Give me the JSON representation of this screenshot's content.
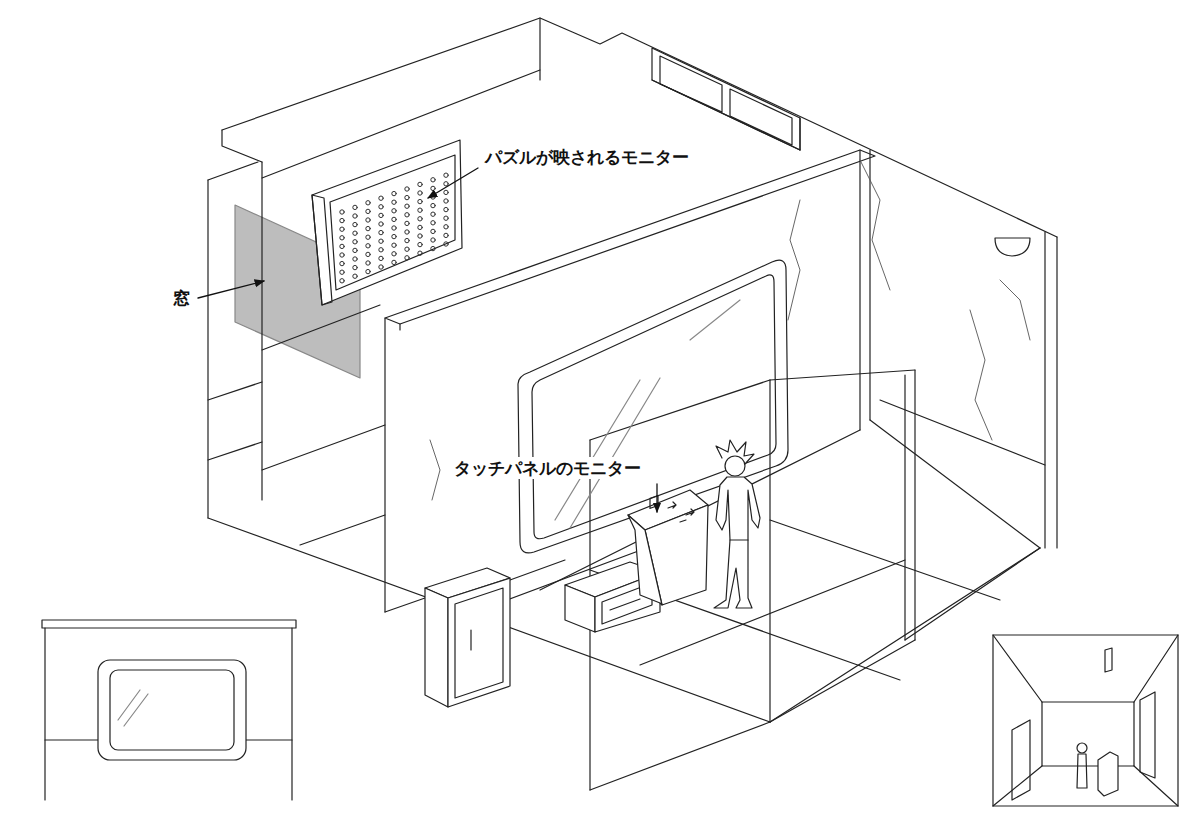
{
  "diagram": {
    "labels": [
      "パズルが映されるモニター",
      "窓",
      "タッチパネルのモニター"
    ]
  }
}
